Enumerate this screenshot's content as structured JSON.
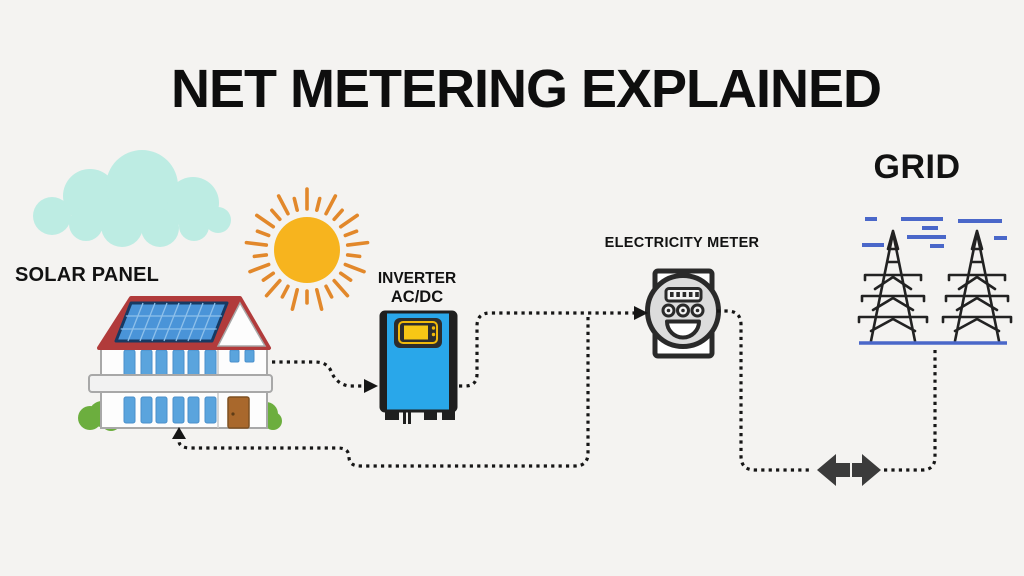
{
  "title": "NET METERING EXPLAINED",
  "labels": {
    "solar_panel": "SOLAR PANEL",
    "inverter_line1": "INVERTER",
    "inverter_line2": "AC/DC",
    "electricity_meter": "ELECTRICITY METER",
    "grid": "GRID"
  },
  "icons": [
    {
      "name": "cloud-icon",
      "depicts": "cloud"
    },
    {
      "name": "sun-icon",
      "depicts": "sun with rays"
    },
    {
      "name": "solar-house-icon",
      "depicts": "house with rooftop solar panel"
    },
    {
      "name": "inverter-icon",
      "depicts": "AC/DC inverter unit"
    },
    {
      "name": "electricity-meter-icon",
      "depicts": "analog electricity meter"
    },
    {
      "name": "transmission-towers-icon",
      "depicts": "two power grid pylons"
    },
    {
      "name": "bidirectional-arrow-icon",
      "depicts": "two-way energy exchange between meter and grid"
    }
  ],
  "connections": [
    {
      "from": "solar panel house",
      "to": "inverter",
      "line": "dotted",
      "direction": "one-way"
    },
    {
      "from": "inverter",
      "to": "electricity meter",
      "line": "dotted",
      "direction": "one-way"
    },
    {
      "from": "electricity meter",
      "to": "house",
      "line": "dotted",
      "direction": "one-way"
    },
    {
      "from": "electricity meter",
      "to": "grid",
      "line": "dotted",
      "direction": "two-way"
    }
  ],
  "colors": {
    "background": "#f4f3f1",
    "title_text": "#0e0e0e",
    "cloud": "#bdece3",
    "sun_core": "#f7b41e",
    "sun_rays": "#e2882b",
    "roof_red": "#b13b3b",
    "panel_blue": "#4a94d8",
    "panel_grid": "#8ec0ea",
    "window_blue": "#5aa4dd",
    "door_brown": "#a9682c",
    "bush_green": "#6cae3e",
    "house_outline": "#a8a8a8",
    "inverter_blue": "#29a7ea",
    "inverter_dark": "#1f1f1f",
    "screen_yellow": "#f7c715",
    "screen_frame": "#f0b90b",
    "meter_outline": "#2a2a2a",
    "meter_gray": "#dcdcdc",
    "grid_blue": "#4a67c9",
    "tower_black": "#222222",
    "line_black": "#161616",
    "arrow_dark": "#3b3b3b"
  }
}
